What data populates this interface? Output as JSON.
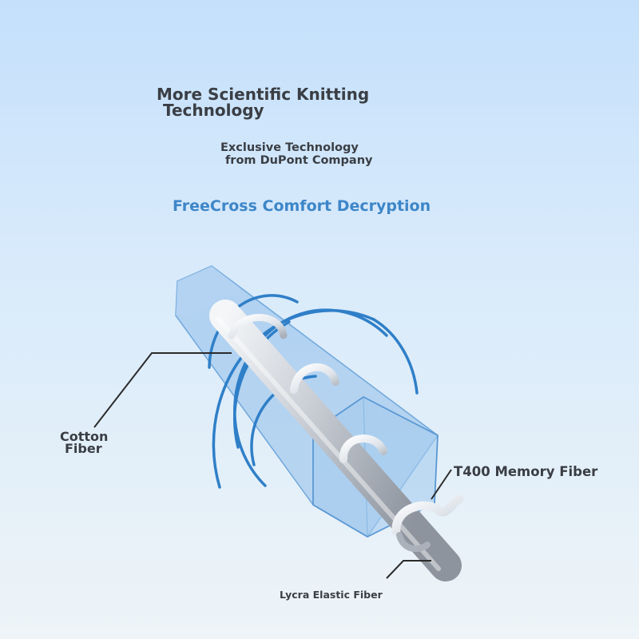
{
  "title": {
    "line1": "More Scientific Knitting",
    "line2": "Technology"
  },
  "subtitle": {
    "line1": "Exclusive Technology",
    "line2": "from DuPont Company"
  },
  "heading": "FreeCross Comfort Decryption",
  "labels": {
    "cotton": {
      "line1": "Cotton",
      "line2": "Fiber"
    },
    "t400": "T400 Memory Fiber",
    "lycra": "Lycra Elastic Fiber"
  },
  "colors": {
    "accent": "#3d86c8",
    "prism": "#8fbde9",
    "rings": "#2f7fc8",
    "core": "#bcc2ca",
    "text": "#3a3e44"
  }
}
